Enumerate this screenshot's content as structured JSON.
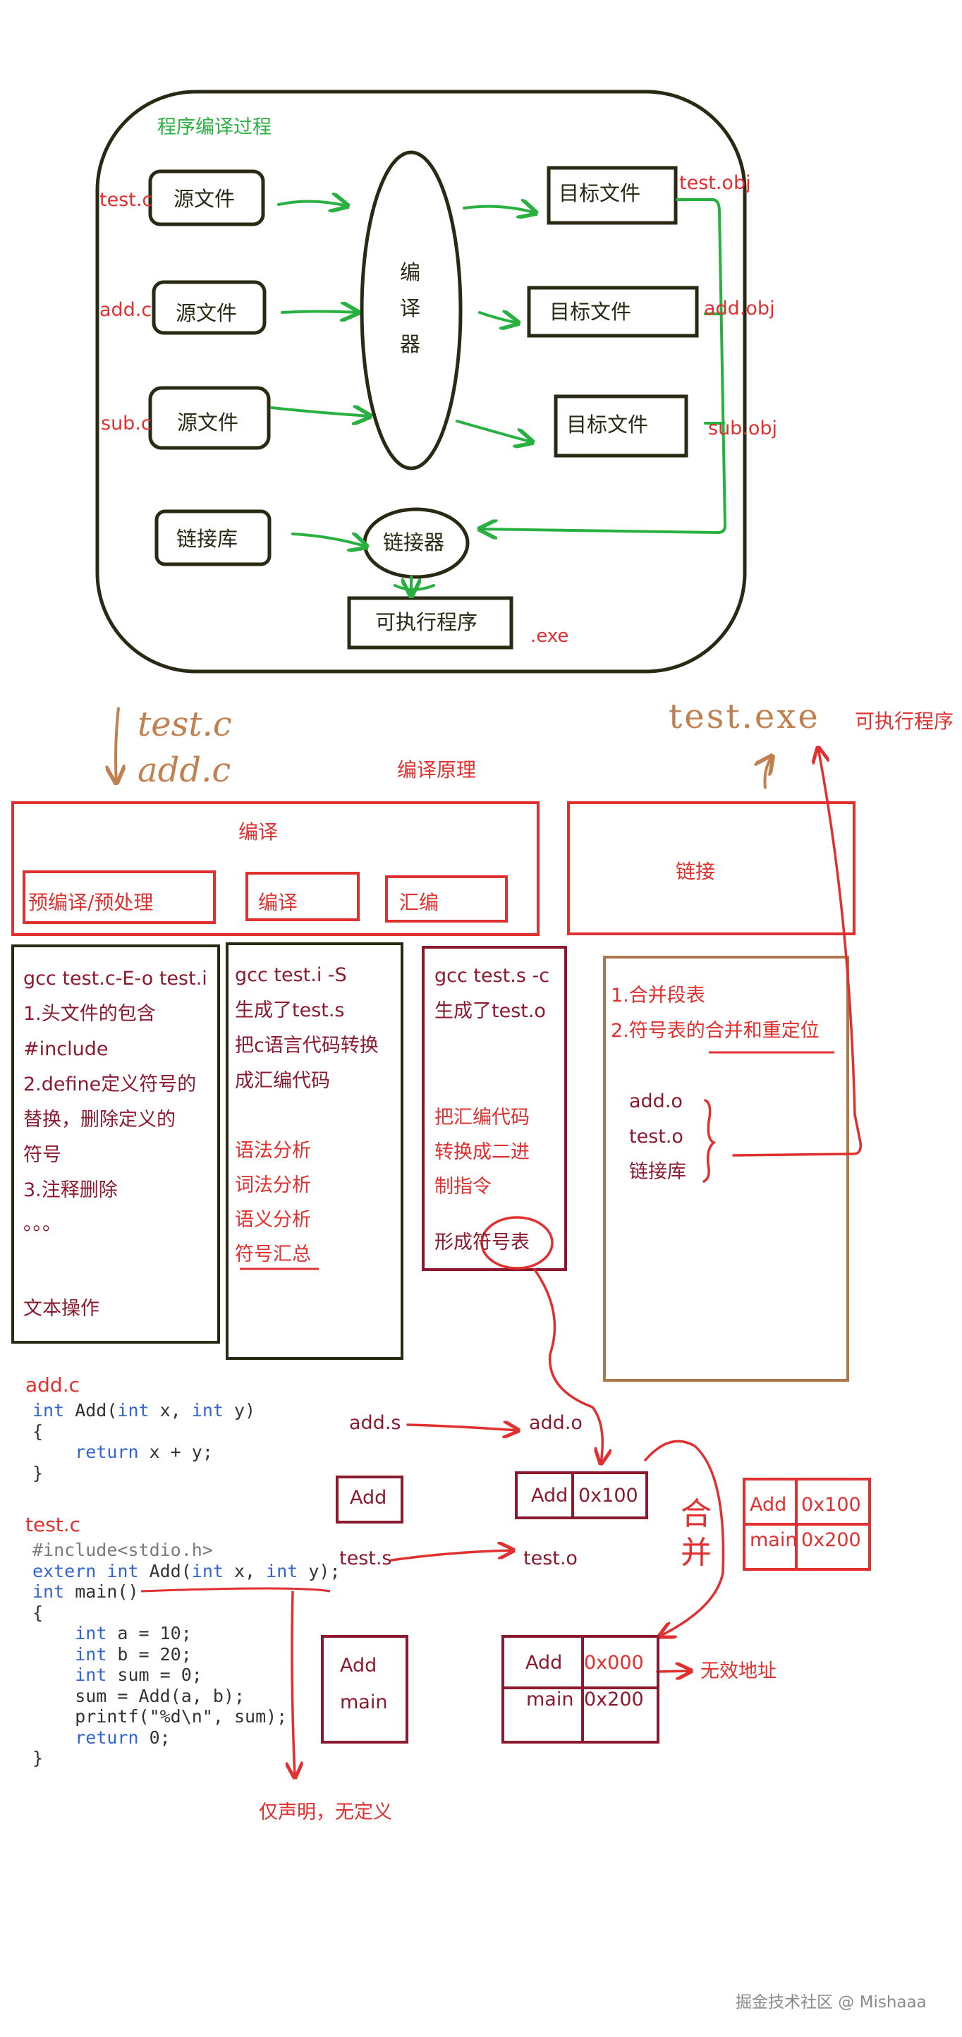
{
  "process": {
    "title": "程序编译过程",
    "src_labels": [
      "test.c",
      "add.c",
      "sub.c"
    ],
    "source_box": "源文件",
    "compiler": [
      "编",
      "译",
      "器"
    ],
    "target_box": "目标文件",
    "obj_labels": [
      "test.obj",
      "add.obj",
      "sub.obj"
    ],
    "lib_box": "链接库",
    "linker": "链接器",
    "exe_box": "可执行程序",
    "exe_ext": ".exe"
  },
  "principle": {
    "hand_input": [
      "test.c",
      "add.c"
    ],
    "title": "编译原理",
    "hand_output": "test.exe",
    "output_label": "可执行程序",
    "compile_label": "编译",
    "stages": [
      "预编译/预处理",
      "编译",
      "汇编"
    ],
    "link_label": "链接"
  },
  "col1": [
    "gcc test.c-E-o test.i",
    "1.头文件的包含",
    "#include",
    "2.define定义符号的",
    "替换，删除定义的",
    "符号",
    "3.注释删除",
    "。。。",
    "文本操作"
  ],
  "col2": {
    "lines": [
      "gcc test.i -S",
      "生成了test.s",
      "把c语言代码转换",
      "成汇编代码"
    ],
    "analysis": [
      "语法分析",
      "词法分析",
      "语义分析",
      "符号汇总"
    ]
  },
  "col3": {
    "lines": [
      "gcc test.s -c",
      "生成了test.o"
    ],
    "desc": [
      "把汇编代码",
      "转换成二进",
      "制指令"
    ],
    "symbol": "形成符号表"
  },
  "col4": {
    "steps": [
      "1.合并段表",
      "2.符号表的合并和重定位"
    ],
    "files": [
      "add.o",
      "test.o",
      "链接库"
    ]
  },
  "code": {
    "add_file": "add.c",
    "test_file": "test.c"
  },
  "symbols": {
    "add_s": "add.s",
    "add_o": "add.o",
    "test_s": "test.s",
    "test_o": "test.o",
    "add_name": "Add",
    "add_addr": "0x100",
    "main_name": "main",
    "main_addr": "0x200",
    "invalid_addr": "0x000",
    "invalid_label": "无效地址",
    "merge_hand": [
      "合",
      "并"
    ],
    "decl_only": "仅声明，无定义"
  },
  "watermark": "掘金技术社区 @ Mishaaa",
  "colors": {
    "dark": "#2a2a14",
    "red": "#e03030",
    "maroon": "#8b1a2e",
    "green": "#28b040",
    "brown": "#b0784a"
  }
}
